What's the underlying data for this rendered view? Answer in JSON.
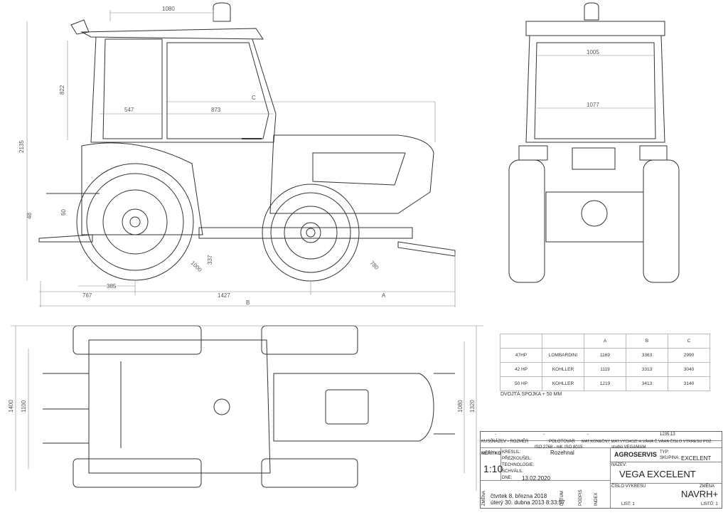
{
  "dimensions": {
    "side": {
      "d1080": "1080",
      "d822": "822",
      "d547": "547",
      "d873": "873",
      "dC": "C",
      "d2135": "2135",
      "d48": "48",
      "d60": "60",
      "d337": "337",
      "d1000": "1000",
      "d385": "385",
      "d767": "767",
      "d1427": "1427",
      "dA": "A",
      "dB": "B",
      "d780": "780"
    },
    "rear": {
      "d1005": "1005",
      "d1077": "1077"
    },
    "top": {
      "d1400": "1400",
      "d1100": "1100",
      "d1080": "1080",
      "d1320": "1320"
    }
  },
  "variants_table": {
    "headers": [
      "",
      "",
      "A",
      "B",
      "C"
    ],
    "rows": [
      [
        "47HP",
        "LOMBARDINI",
        "1169",
        "3363",
        "2990"
      ],
      [
        "42 HP",
        "KOHLLER",
        "1119",
        "3313",
        "3040"
      ],
      [
        "50 HP",
        "KOHLLER",
        "1219",
        "3413",
        "3140"
      ]
    ]
  },
  "note": "DVOJTÁ SPOJKA  + 50 MM",
  "title_block": {
    "dashes": [
      "-",
      "-",
      "-"
    ],
    "code": "1235.13",
    "hdr_kusu": "KUSŮ",
    "hdr_nazev": "NÁZEV - ROZMĚR",
    "hdr_polotovar": "POLOTOVAR",
    "hdr_rest": "MAT.KONEČNÝ MAT.VÝCHOZÍ H.VÁHA Č.VÁHA ČÍSLO VÝKRESU POZ.",
    "iso1": "ISO 2768 - mK",
    "iso2": "ISO 8015",
    "studio": "studio VEGAMAM",
    "meritko": "MĚŘÍTKO",
    "kreslil": "KRESLIL:",
    "kreslil_val": "Rozehnal",
    "prezkousel": "PŘEZKOUŠEL:",
    "technologie": "TECHNOLOGIE:",
    "schvalil": "SCHVÁLIL:",
    "dne": "DNE:",
    "date": "13.02.2020",
    "scale": "1:10",
    "company": "AGROSERVIS",
    "typ": "TYP:",
    "skupina": "SKUPINA:",
    "skupina_val": "EXCELENT",
    "nazev_lbl": "NÁZEV:",
    "title": "VEGA EXCELENT",
    "cislo_vykresu": "ČÍSLO VÝKRESU",
    "zmena": "ZMĚNA",
    "drawing_no": "NAVRH+",
    "list": "LIST: 1",
    "listu": "LISTŮ: 1",
    "zmena_vert": "ZMĚNA",
    "datum_vert": "DATUM",
    "podpis_vert": "PODPIS",
    "index_vert": "INDEX",
    "stamp1": "čtvrtek 8. března 2018",
    "stamp2": "úterý 30. dubna 2013 8:33:57"
  }
}
